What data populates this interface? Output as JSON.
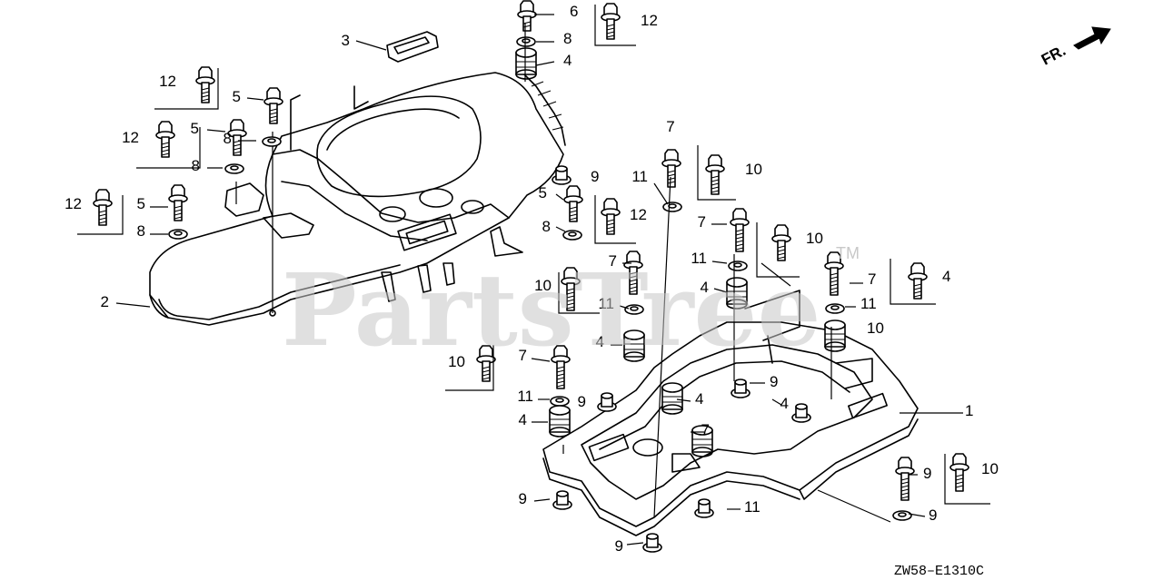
{
  "watermark": {
    "text": "PartsTree",
    "tm": "TM"
  },
  "orientation": {
    "label": "FR."
  },
  "diagram_code": "ZW58–E1310C",
  "callouts": [
    {
      "id": "c1",
      "label": "6"
    },
    {
      "id": "c2",
      "label": "12"
    },
    {
      "id": "c3",
      "label": "8"
    },
    {
      "id": "c4",
      "label": "4"
    },
    {
      "id": "c5",
      "label": "3"
    },
    {
      "id": "c6",
      "label": "12"
    },
    {
      "id": "c7",
      "label": "5"
    },
    {
      "id": "c8",
      "label": "5"
    },
    {
      "id": "c9",
      "label": "8"
    },
    {
      "id": "c10",
      "label": "12"
    },
    {
      "id": "c11",
      "label": "8"
    },
    {
      "id": "c12",
      "label": "12"
    },
    {
      "id": "c13",
      "label": "5"
    },
    {
      "id": "c14",
      "label": "8"
    },
    {
      "id": "c15",
      "label": "2"
    },
    {
      "id": "c16",
      "label": "7"
    },
    {
      "id": "c17",
      "label": "11"
    },
    {
      "id": "c18",
      "label": "10"
    },
    {
      "id": "c19",
      "label": "9"
    },
    {
      "id": "c20",
      "label": "5"
    },
    {
      "id": "c21",
      "label": "12"
    },
    {
      "id": "c22",
      "label": "8"
    },
    {
      "id": "c23",
      "label": "7"
    },
    {
      "id": "c24",
      "label": "10"
    },
    {
      "id": "c25",
      "label": "11"
    },
    {
      "id": "c26",
      "label": "7"
    },
    {
      "id": "c27",
      "label": "10"
    },
    {
      "id": "c28",
      "label": "4"
    },
    {
      "id": "c29",
      "label": "11"
    },
    {
      "id": "c30",
      "label": "7"
    },
    {
      "id": "c31",
      "label": "11"
    },
    {
      "id": "c32",
      "label": "4"
    },
    {
      "id": "c33",
      "label": "10"
    },
    {
      "id": "c34",
      "label": "4"
    },
    {
      "id": "c35",
      "label": "10"
    },
    {
      "id": "c36",
      "label": "7"
    },
    {
      "id": "c37",
      "label": "11"
    },
    {
      "id": "c38",
      "label": "9"
    },
    {
      "id": "c39",
      "label": "4"
    },
    {
      "id": "c40",
      "label": "9"
    },
    {
      "id": "c41",
      "label": "1"
    },
    {
      "id": "c42",
      "label": "4"
    },
    {
      "id": "c43",
      "label": "4"
    },
    {
      "id": "c44",
      "label": "7"
    },
    {
      "id": "c45",
      "label": "10"
    },
    {
      "id": "c46",
      "label": "9"
    },
    {
      "id": "c47",
      "label": "9"
    },
    {
      "id": "c48",
      "label": "11"
    },
    {
      "id": "c49",
      "label": "9"
    }
  ]
}
